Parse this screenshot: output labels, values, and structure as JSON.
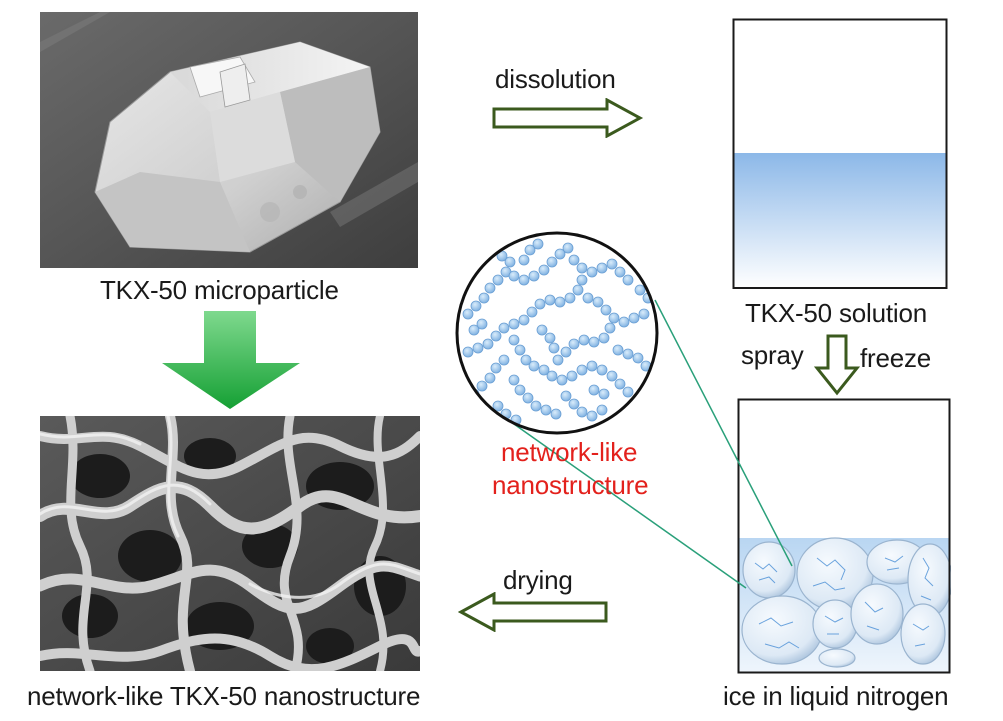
{
  "labels": {
    "microparticle": "TKX-50 microparticle",
    "dissolution": "dissolution",
    "solution": "TKX-50 solution",
    "spray": "spray",
    "freeze": "freeze",
    "network_line1": "network-like",
    "network_line2": "nanostructure",
    "drying": "drying",
    "ice": "ice in liquid nitrogen",
    "nanostructure_bottom": "network-like TKX-50 nanostructure"
  },
  "colors": {
    "green_arrow": "#1fa83a",
    "outline_arrow": "#3b5a1e",
    "water": "#8cb8e8",
    "highlight_text": "#e3211c",
    "connector": "#2aa07a",
    "bead": "#8fc0ec"
  }
}
